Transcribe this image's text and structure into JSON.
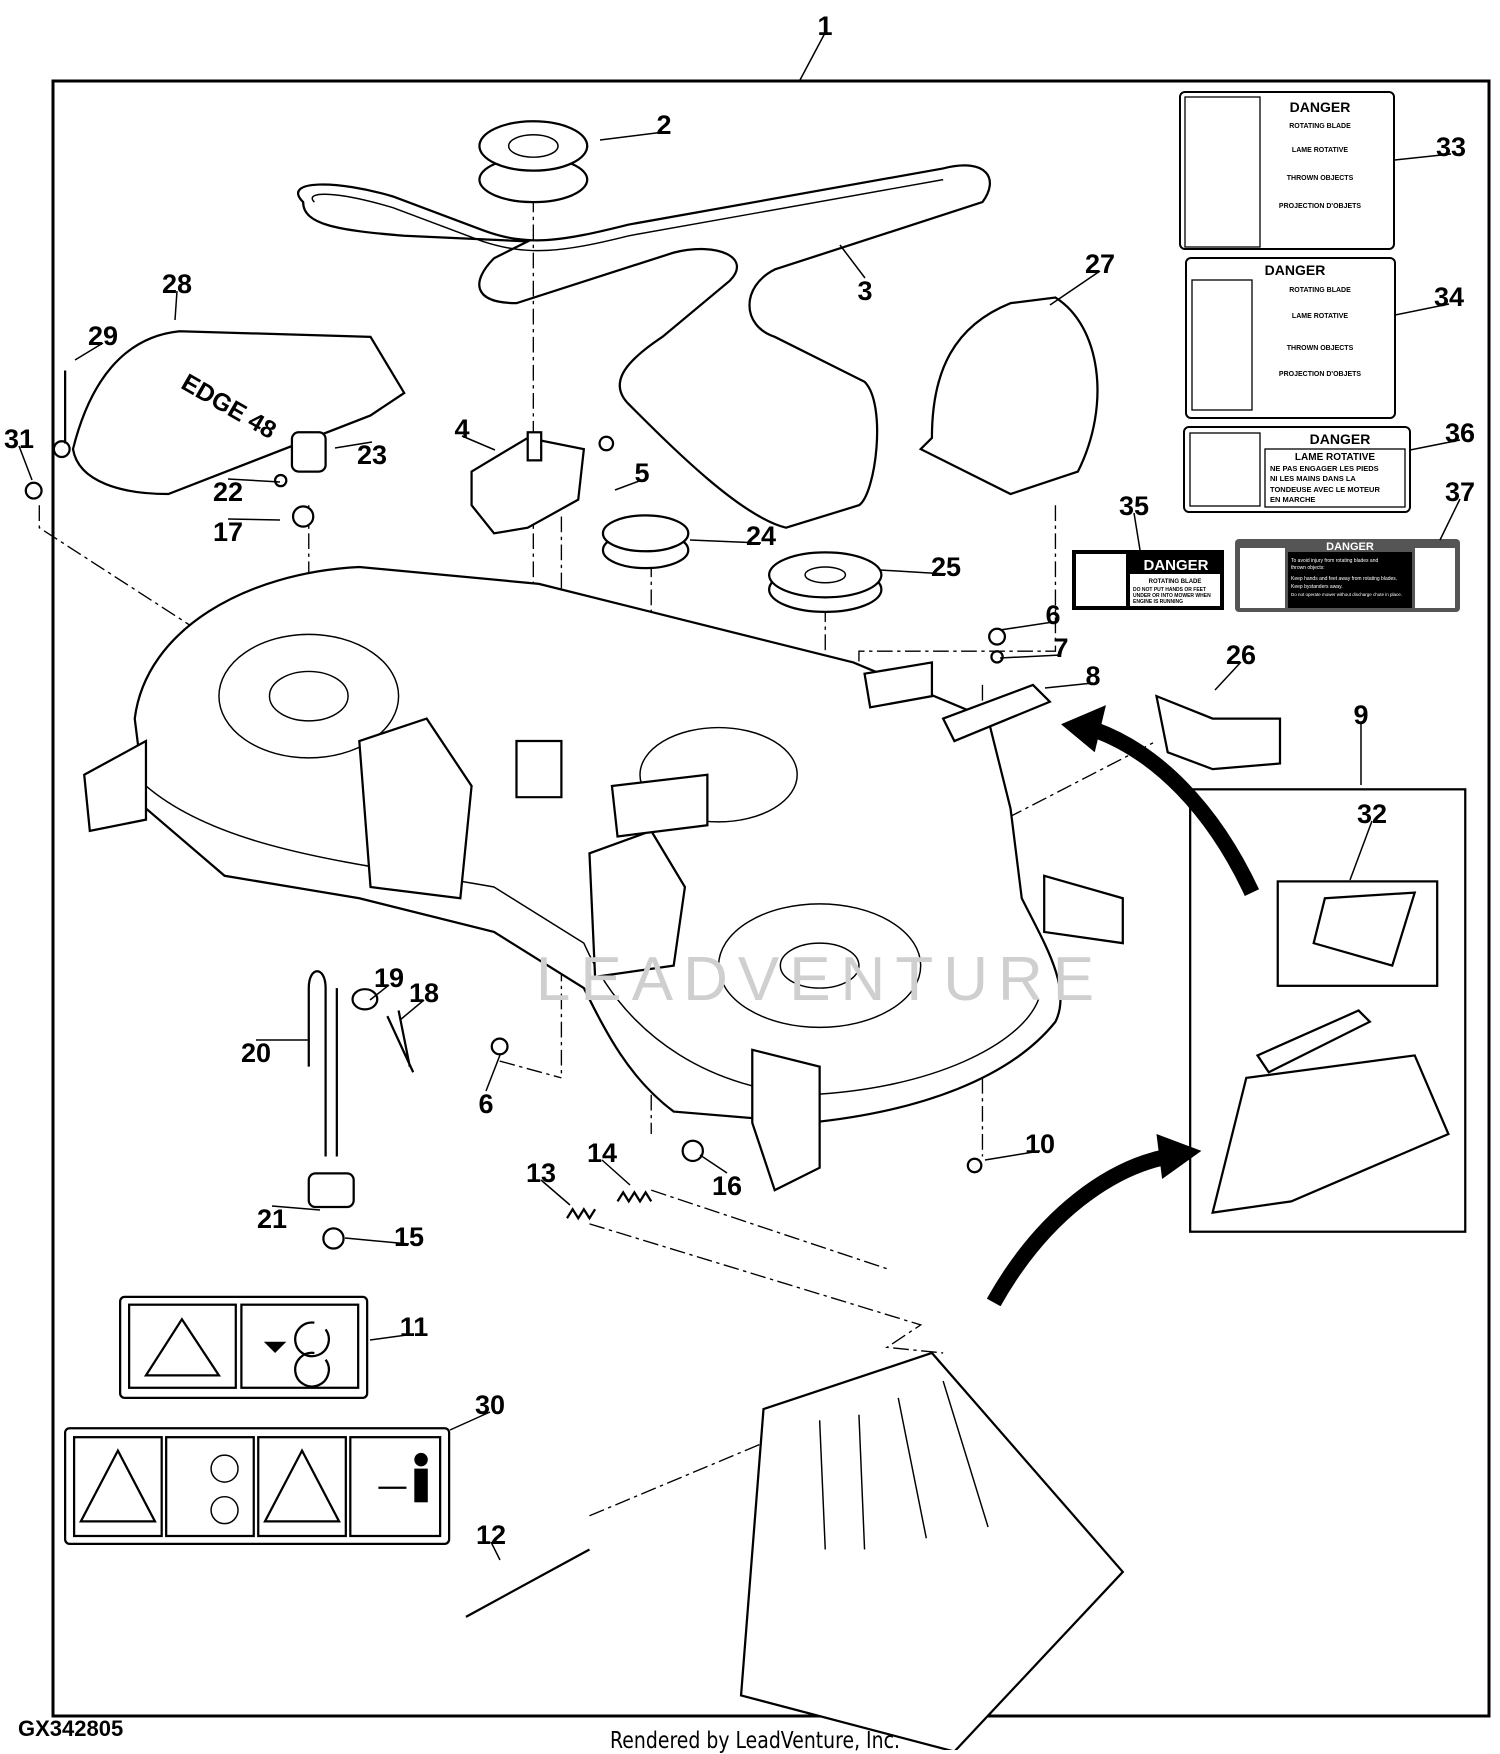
{
  "diagram_code": "GX342805",
  "footer": "Rendered by LeadVenture, Inc.",
  "watermark": "LEADVENTURE",
  "callouts": [
    "1",
    "2",
    "3",
    "4",
    "5",
    "6",
    "7",
    "8",
    "9",
    "10",
    "11",
    "12",
    "13",
    "14",
    "15",
    "16",
    "17",
    "18",
    "19",
    "20",
    "21",
    "22",
    "23",
    "24",
    "25",
    "26",
    "27",
    "28",
    "29",
    "30",
    "31",
    "32",
    "33",
    "34",
    "35",
    "36",
    "37",
    "6"
  ],
  "cover_logo": "EDGE 48",
  "decals": {
    "d33": {
      "title": "DANGER",
      "lines": [
        "ROTATING BLADE",
        "LAME ROTATIVE",
        "THROWN OBJECTS",
        "PROJECTION D'OBJETS"
      ]
    },
    "d34": {
      "title": "DANGER",
      "lines": [
        "ROTATING BLADE",
        "LAME ROTATIVE",
        "THROWN OBJECTS",
        "PROJECTION D'OBJETS"
      ]
    },
    "d36": {
      "title": "DANGER",
      "lines": [
        "LAME ROTATIVE",
        "NE PAS ENGAGER LES PIEDS",
        "NI LES MAINS DANS LA",
        "TONDEUSE AVEC LE MOTEUR",
        "EN MARCHE"
      ]
    },
    "d35": {
      "title": "DANGER",
      "lines": [
        "ROTATING BLADE",
        "DO NOT PUT HANDS OR FEET",
        "UNDER OR INTO MOWER WHEN",
        "ENGINE IS RUNNING"
      ]
    },
    "d37": {
      "title": "DANGER",
      "lines": [
        "To avoid injury from rotating blades and",
        "thrown objects:",
        "Keep hands and feet away from rotating blades.",
        "Keep bystanders away.",
        "Do not operate mower without discharge chute in place."
      ]
    }
  }
}
